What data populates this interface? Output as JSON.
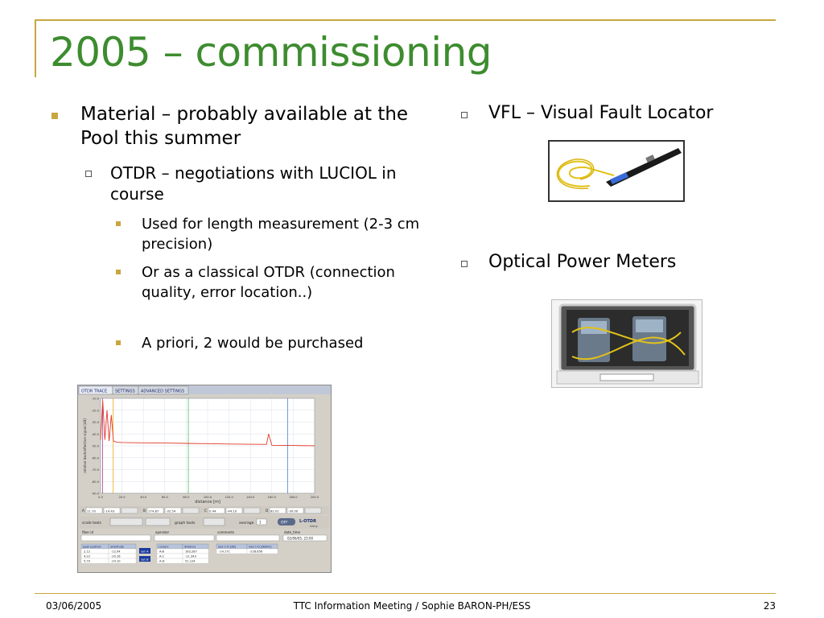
{
  "title": "2005 – commissioning",
  "left_items": {
    "l1": "Material – probably  available at the Pool this summer",
    "l2": "OTDR – negotiations with LUCIOL in course",
    "l3a": "Used for length measurement (2-3 cm precision)",
    "l3b": "Or as a classical OTDR (connection quality, error location..)",
    "l3c": "A priori, 2 would be purchased"
  },
  "right_items": {
    "vfl": "VFL – Visual Fault Locator",
    "opm": "Optical Power Meters"
  },
  "otdr": {
    "tabs": [
      "OTDR TRACE",
      "SETTINGS",
      "ADVANCED SETTINGS"
    ],
    "ylabel": "relative backreflection signal [dB]",
    "xlabel": "distance [m]",
    "yticks": [
      "-10.0",
      "-20.0",
      "-30.0",
      "-40.0",
      "-50.0",
      "-60.0",
      "-70.0",
      "-80.0",
      "-90.0"
    ],
    "xticks": [
      "0.0",
      "20.0",
      "40.0",
      "60.0",
      "80.0",
      "100.0",
      "120.0",
      "140.0",
      "160.0",
      "180.0",
      "200.0"
    ],
    "markers": [
      {
        "label": "A",
        "v1": "11.70",
        "v2": "-14.43"
      },
      {
        "label": "B",
        "v1": "174.87",
        "v2": "-32.54"
      },
      {
        "label": "C",
        "v1": "0.44",
        "v2": "-44.10"
      },
      {
        "label": "D",
        "v1": "82.01",
        "v2": "-30.00"
      }
    ],
    "labels": {
      "scale_tools": "scale tools",
      "graph_tools": "graph tools",
      "average": "average",
      "average_val": "1",
      "off": "OFF",
      "brand": "L-OTDR",
      "brand_sub": "Ltvny",
      "fiber_id": "fiber id",
      "operator": "operator",
      "comments": "comments",
      "date_time": "date_time",
      "date_val": "02/06/05, 23:00",
      "set_a": "set A",
      "set_b": "set B"
    },
    "peaks": {
      "headers": [
        "peak position",
        "amplitude"
      ],
      "rows": [
        [
          "2.12",
          "-12.04"
        ],
        [
          "4.22",
          "-20.16"
        ],
        [
          "5.70",
          "-24.10"
        ]
      ]
    },
    "cursors": {
      "headers": [
        "cursors",
        "distance"
      ],
      "rows": [
        [
          "A-B",
          "163.287"
        ],
        [
          "A-C",
          "-11.343"
        ],
        [
          "A-D",
          "51.124"
        ]
      ]
    },
    "loss": {
      "headers": [
        "loss C-D [dB]",
        "loss C-D [dB/km]"
      ],
      "rows": [
        [
          "-14.171",
          "-228.856"
        ]
      ]
    }
  },
  "footer": {
    "date": "03/06/2005",
    "center": "TTC Information Meeting / Sophie BARON-PH/ESS",
    "page": "23"
  },
  "colors": {
    "title": "#3d8c2f",
    "accent": "#c8a640",
    "trace": "#e03a2a",
    "marker_a": "#f2a000",
    "marker_b": "#3a6bd8",
    "marker_c": "#39b54a"
  },
  "chart_data": {
    "type": "line",
    "title": "",
    "xlabel": "distance [m]",
    "ylabel": "relative backreflection signal [dB]",
    "xlim": [
      0,
      200
    ],
    "ylim": [
      -90,
      -10
    ],
    "grid": true,
    "series": [
      {
        "x": [
          0,
          2,
          4,
          6,
          8,
          10,
          12,
          15,
          20,
          40,
          60,
          80,
          100,
          120,
          140,
          150,
          155,
          157,
          160,
          180,
          200
        ],
        "values": [
          -45,
          -12,
          -45,
          -20,
          -46,
          -24,
          -46,
          -47,
          -47.2,
          -47.5,
          -47.7,
          -48,
          -48.2,
          -48.5,
          -48.7,
          -48.8,
          -48.8,
          -40,
          -49.5,
          -49.7,
          -50
        ]
      }
    ]
  }
}
